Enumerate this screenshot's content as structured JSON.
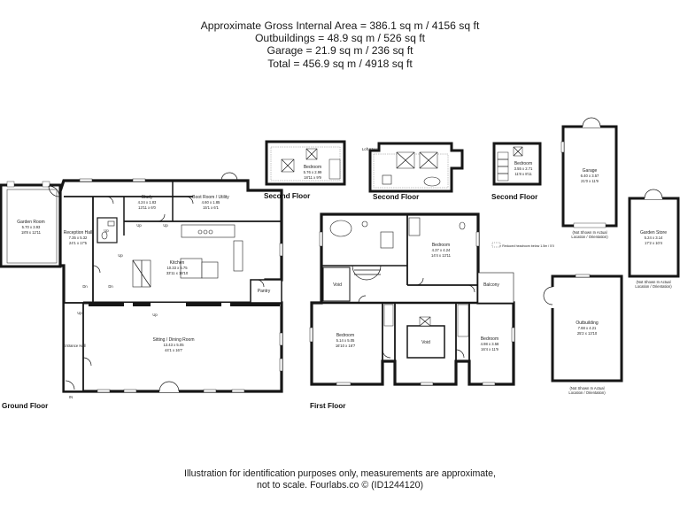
{
  "header": {
    "line1": "Approximate Gross Internal Area = 386.1 sq m / 4156 sq ft",
    "line2": "Outbuildings = 48.9 sq m / 526 sq ft",
    "line3": "Garage = 21.9 sq m / 236 sq ft",
    "line4": "Total = 456.9 sq m / 4918 sq ft"
  },
  "footer": {
    "line1": "Illustration for identification purposes only, measurements are approximate,",
    "line2": "not to scale. Fourlabs.co © (ID1244120)"
  },
  "floors": {
    "ground": "Ground Floor",
    "first": "First Floor",
    "second_a": "Second Floor",
    "second_b": "Second Floor",
    "second_c": "Second Floor"
  },
  "ground_rooms": {
    "garden_room": {
      "name": "Garden Room",
      "dims_m": "5.70 x 3.93",
      "dims_ft": "18'8 x 12'11"
    },
    "reception_hall": {
      "name": "Reception Hall",
      "dims_m": "7.35 x 5.32",
      "dims_ft": "24'1 x 17'5"
    },
    "study": {
      "name": "Study",
      "dims_m": "4.24 x 1.83",
      "dims_ft": "13'11 x 6'0"
    },
    "boot_room": {
      "name": "Boot Room / Utility",
      "dims_m": "4.60 x 1.85",
      "dims_ft": "15'1 x 6'1"
    },
    "kitchen": {
      "name": "Kitchen",
      "dims_m": "10.33 x 5.75",
      "dims_ft": "33'11 x 18'10"
    },
    "pantry": {
      "name": "Pantry"
    },
    "sitting_dining": {
      "name": "Sitting / Dining Room",
      "dims_m": "13.43 x 5.05",
      "dims_ft": "44'1 x 16'7"
    },
    "entrance_hall": {
      "name": "Entrance Hall"
    },
    "in_label": "IN",
    "up": "Up",
    "dn": "Dn"
  },
  "first_rooms": {
    "bedroom_main": {
      "name": "Bedroom",
      "dims_m": "4.37 x 4.24",
      "dims_ft": "14'4 x 13'11"
    },
    "bedroom_left": {
      "name": "Bedroom",
      "dims_m": "5.14 x 5.05",
      "dims_ft": "16'10 x 16'7"
    },
    "bedroom_right": {
      "name": "Bedroom",
      "dims_m": "4.98 x 3.58",
      "dims_ft": "16'4 x 11'9"
    },
    "void_left": "Void",
    "void_centre": "Void",
    "balcony": "Balcony",
    "reduced_headroom": "= Reduced headroom below 1.5m / 5'0"
  },
  "second_rooms": {
    "bedroom_a": {
      "name": "Bedroom",
      "dims_m": "5.76 x 2.99",
      "dims_ft": "18'11 x 9'9"
    },
    "loft_store": "Loft Store",
    "bedroom_c": {
      "name": "Bedroom",
      "dims_m": "3.55 x 2.71",
      "dims_ft": "11'8 x 8'11"
    }
  },
  "outbuildings": {
    "garage": {
      "name": "Garage",
      "dims_m": "6.40 x 3.57",
      "dims_ft": "21'0 x 11'9"
    },
    "garage_note": "(Not Shown In Actual Location / Orientation)",
    "garden_store": {
      "name": "Garden Store",
      "dims_m": "5.24 x 3.14",
      "dims_ft": "17'2 x 10'4"
    },
    "garden_store_note": "(Not Shown In Actual Location / Orientation)",
    "outbuilding": {
      "name": "Outbuilding",
      "dims_m": "7.68 x 4.21",
      "dims_ft": "25'2 x 13'10"
    },
    "outbuilding_note": "(Not Shown In Actual Location / Orientation)"
  }
}
